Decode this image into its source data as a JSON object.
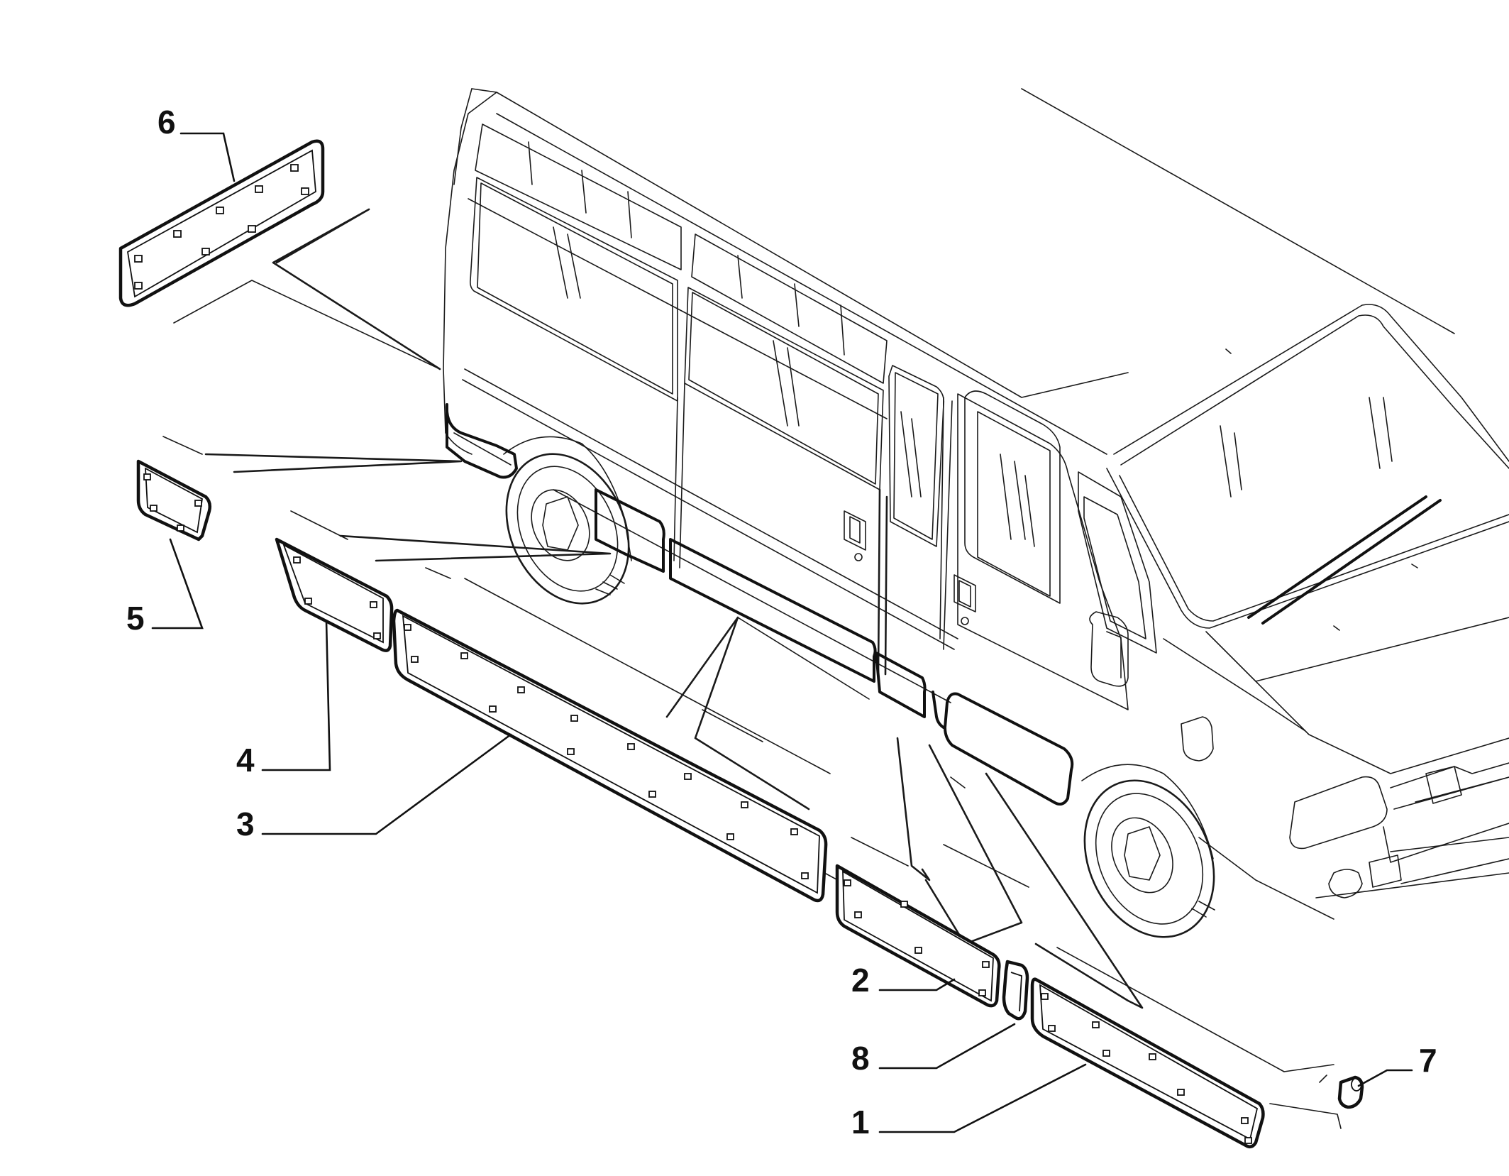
{
  "diagram": {
    "callouts": [
      {
        "id": "1",
        "label": "1"
      },
      {
        "id": "2",
        "label": "2"
      },
      {
        "id": "3",
        "label": "3"
      },
      {
        "id": "4",
        "label": "4"
      },
      {
        "id": "5",
        "label": "5"
      },
      {
        "id": "6",
        "label": "6"
      },
      {
        "id": "7",
        "label": "7"
      },
      {
        "id": "8",
        "label": "8"
      }
    ]
  }
}
